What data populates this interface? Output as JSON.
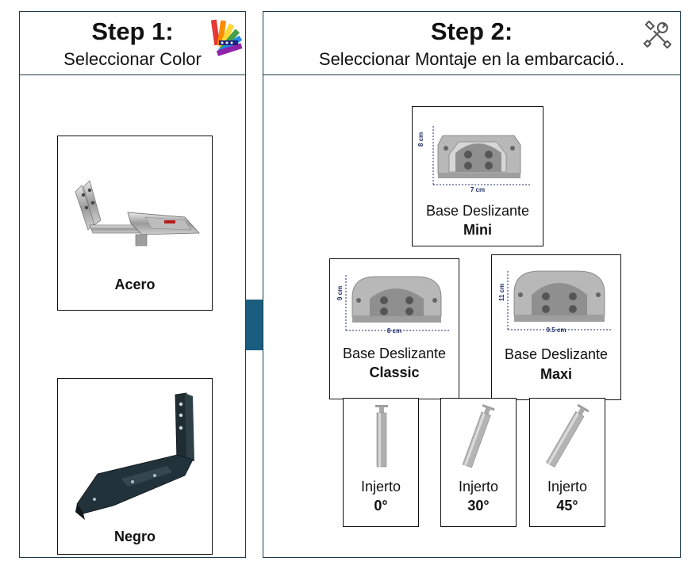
{
  "step1": {
    "title": "Step 1:",
    "subtitle": "Seleccionar Color",
    "icon": "color-palette-icon",
    "options": [
      {
        "label": "Acero"
      },
      {
        "label": "Negro"
      }
    ]
  },
  "step2": {
    "title": "Step 2:",
    "subtitle": "Seleccionar Montaje en la embarcació..",
    "icon": "tools-icon",
    "bases": [
      {
        "name": "Base Deslizante",
        "variant": "Mini",
        "height_label": "8 cm",
        "width_label": "7 cm"
      },
      {
        "name": "Base Deslizante",
        "variant": "Classic",
        "height_label": "9 cm",
        "width_label": "8 cm"
      },
      {
        "name": "Base Deslizante",
        "variant": "Maxi",
        "height_label": "11 cm",
        "width_label": "9.5 cm"
      }
    ],
    "injertos": [
      {
        "name": "Injerto",
        "angle": "0°"
      },
      {
        "name": "Injerto",
        "angle": "30°"
      },
      {
        "name": "Injerto",
        "angle": "45°"
      }
    ]
  },
  "colors": {
    "border": "#1f3a4a",
    "arrow": "#1a5d7e",
    "dimension": "#1f2f6b"
  }
}
